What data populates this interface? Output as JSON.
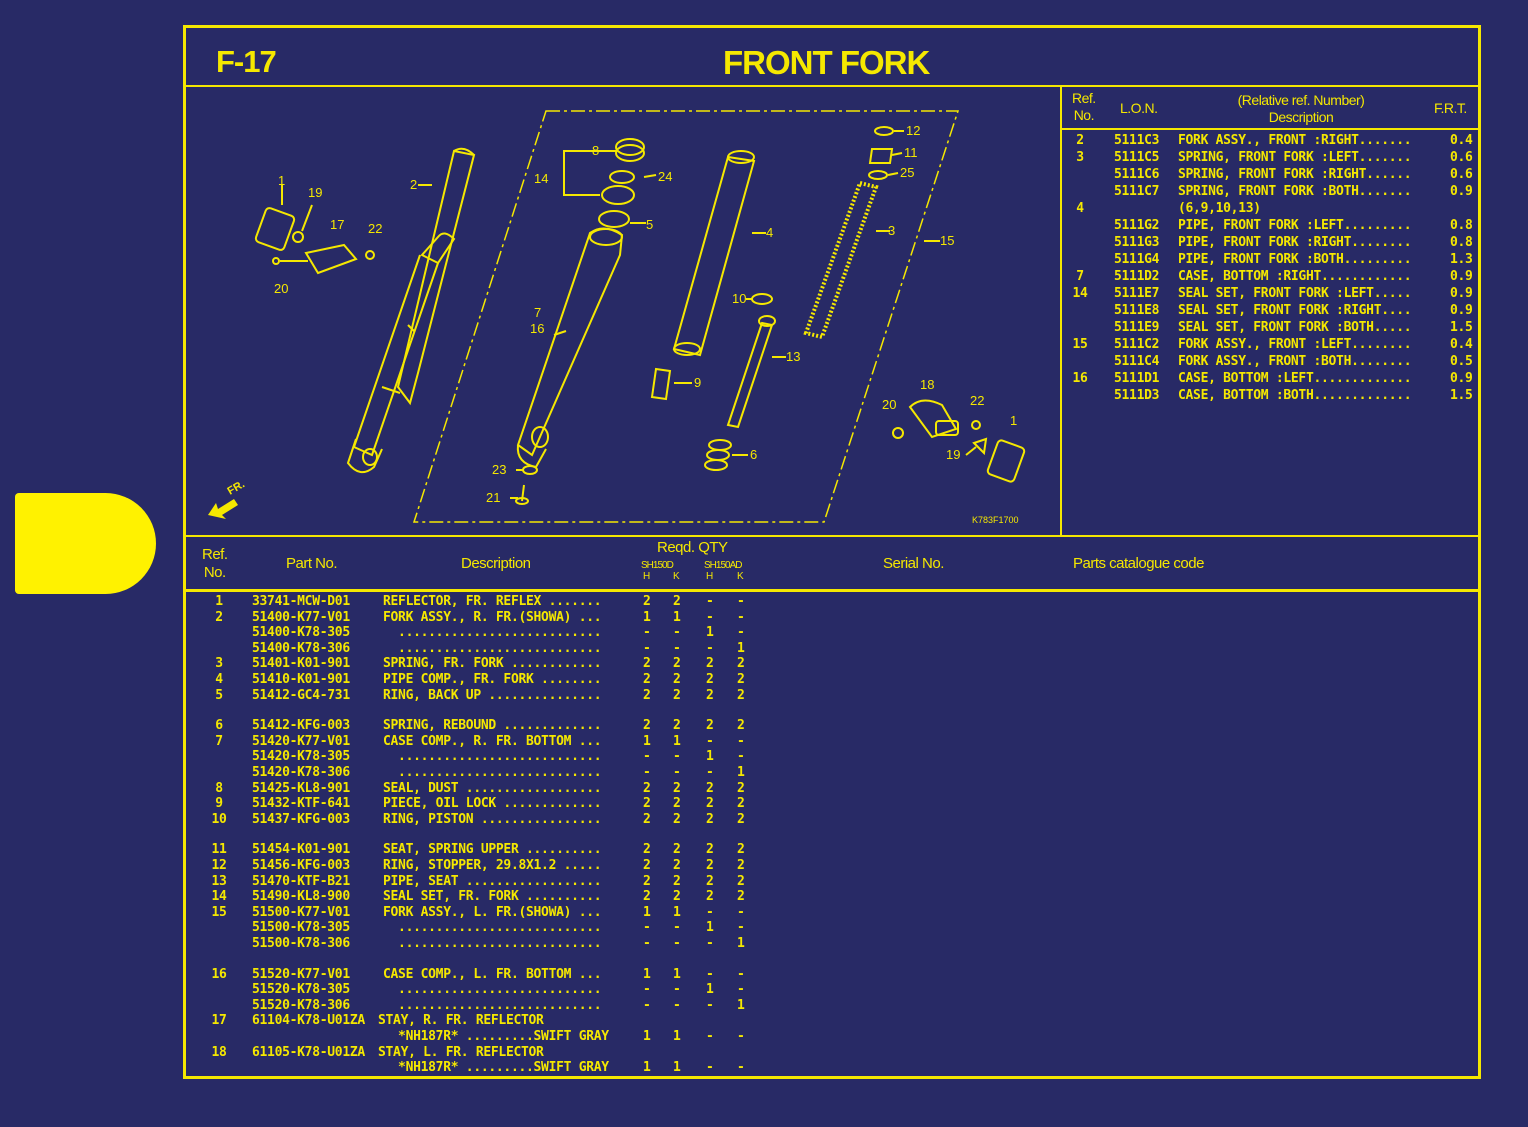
{
  "page": {
    "figure_code": "F-17",
    "title": "FRONT FORK",
    "side_tab_color": "#fff200",
    "background_color": "#282a66",
    "line_color": "#f5e800"
  },
  "diagram": {
    "image_code": "K783F1700",
    "front_arrow_label": "FR.",
    "callouts": [
      "1",
      "2",
      "3",
      "4",
      "5",
      "6",
      "7",
      "8",
      "9",
      "10",
      "11",
      "12",
      "13",
      "14",
      "15",
      "16",
      "17",
      "18",
      "19",
      "20",
      "21",
      "22",
      "23",
      "24",
      "25"
    ]
  },
  "frt_table": {
    "headers": {
      "ref_no_line1": "Ref.",
      "ref_no_line2": "No.",
      "lon": "L.O.N.",
      "desc_line1": "(Relative ref. Number)",
      "desc_line2": "Description",
      "frt": "F.R.T."
    },
    "rows": [
      {
        "ref": "2",
        "lon": "5111C3",
        "desc": "FORK ASSY., FRONT :RIGHT.......",
        "frt": "0.4"
      },
      {
        "ref": "3",
        "lon": "5111C5",
        "desc": "SPRING, FRONT FORK :LEFT.......",
        "frt": "0.6"
      },
      {
        "ref": "",
        "lon": "5111C6",
        "desc": "SPRING, FRONT FORK :RIGHT......",
        "frt": "0.6"
      },
      {
        "ref": "",
        "lon": "5111C7",
        "desc": "SPRING, FRONT FORK :BOTH.......",
        "frt": "0.9"
      },
      {
        "ref": "4",
        "lon": "",
        "desc": "(6,9,10,13)",
        "frt": ""
      },
      {
        "ref": "",
        "lon": "5111G2",
        "desc": "PIPE, FRONT FORK :LEFT.........",
        "frt": "0.8"
      },
      {
        "ref": "",
        "lon": "5111G3",
        "desc": "PIPE, FRONT FORK :RIGHT........",
        "frt": "0.8"
      },
      {
        "ref": "",
        "lon": "5111G4",
        "desc": "PIPE, FRONT FORK :BOTH.........",
        "frt": "1.3"
      },
      {
        "ref": "7",
        "lon": "5111D2",
        "desc": "CASE, BOTTOM :RIGHT............",
        "frt": "0.9"
      },
      {
        "ref": "14",
        "lon": "5111E7",
        "desc": "SEAL SET, FRONT FORK :LEFT.....",
        "frt": "0.9"
      },
      {
        "ref": "",
        "lon": "5111E8",
        "desc": "SEAL SET, FRONT FORK :RIGHT....",
        "frt": "0.9"
      },
      {
        "ref": "",
        "lon": "5111E9",
        "desc": "SEAL SET, FRONT FORK :BOTH.....",
        "frt": "1.5"
      },
      {
        "ref": "15",
        "lon": "5111C2",
        "desc": "FORK ASSY., FRONT :LEFT........",
        "frt": "0.4"
      },
      {
        "ref": "",
        "lon": "5111C4",
        "desc": "FORK ASSY., FRONT :BOTH........",
        "frt": "0.5"
      },
      {
        "ref": "16",
        "lon": "5111D1",
        "desc": "CASE, BOTTOM :LEFT.............",
        "frt": "0.9"
      },
      {
        "ref": "",
        "lon": "5111D3",
        "desc": "CASE, BOTTOM :BOTH.............",
        "frt": "1.5"
      }
    ]
  },
  "parts_list": {
    "headers": {
      "ref_no_line1": "Ref.",
      "ref_no_line2": "No.",
      "part_no": "Part No.",
      "description": "Description",
      "reqd_qty": "Reqd. QTY",
      "model_1": "SH150D",
      "model_2": "SH150AD",
      "h1": "H",
      "k1": "K",
      "h2": "H",
      "k2": "K",
      "serial_no": "Serial No.",
      "catalogue_code": "Parts catalogue code"
    },
    "rows": [
      {
        "ref": "1",
        "part": "33741-MCW-D01",
        "desc": "REFLECTOR, FR. REFLEX .......",
        "q": [
          "2",
          "2",
          "-",
          "-"
        ]
      },
      {
        "ref": "2",
        "part": "51400-K77-V01",
        "desc": "FORK ASSY., R. FR.(SHOWA) ...",
        "q": [
          "1",
          "1",
          "-",
          "-"
        ]
      },
      {
        "ref": "",
        "part": "51400-K78-305",
        "desc": "  ...........................",
        "q": [
          "-",
          "-",
          "1",
          "-"
        ]
      },
      {
        "ref": "",
        "part": "51400-K78-306",
        "desc": "  ...........................",
        "q": [
          "-",
          "-",
          "-",
          "1"
        ]
      },
      {
        "ref": "3",
        "part": "51401-K01-901",
        "desc": "SPRING, FR. FORK ............",
        "q": [
          "2",
          "2",
          "2",
          "2"
        ]
      },
      {
        "ref": "4",
        "part": "51410-K01-901",
        "desc": "PIPE COMP., FR. FORK ........",
        "q": [
          "2",
          "2",
          "2",
          "2"
        ]
      },
      {
        "ref": "5",
        "part": "51412-GC4-731",
        "desc": "RING, BACK UP ...............",
        "q": [
          "2",
          "2",
          "2",
          "2"
        ]
      },
      {
        "ref": "6",
        "part": "51412-KFG-003",
        "desc": "SPRING, REBOUND .............",
        "q": [
          "2",
          "2",
          "2",
          "2"
        ]
      },
      {
        "ref": "7",
        "part": "51420-K77-V01",
        "desc": "CASE COMP., R. FR. BOTTOM ...",
        "q": [
          "1",
          "1",
          "-",
          "-"
        ]
      },
      {
        "ref": "",
        "part": "51420-K78-305",
        "desc": "  ...........................",
        "q": [
          "-",
          "-",
          "1",
          "-"
        ]
      },
      {
        "ref": "",
        "part": "51420-K78-306",
        "desc": "  ...........................",
        "q": [
          "-",
          "-",
          "-",
          "1"
        ]
      },
      {
        "ref": "8",
        "part": "51425-KL8-901",
        "desc": "SEAL, DUST ..................",
        "q": [
          "2",
          "2",
          "2",
          "2"
        ]
      },
      {
        "ref": "9",
        "part": "51432-KTF-641",
        "desc": "PIECE, OIL LOCK .............",
        "q": [
          "2",
          "2",
          "2",
          "2"
        ]
      },
      {
        "ref": "10",
        "part": "51437-KFG-003",
        "desc": "RING, PISTON ................",
        "q": [
          "2",
          "2",
          "2",
          "2"
        ]
      },
      {
        "ref": "11",
        "part": "51454-K01-901",
        "desc": "SEAT, SPRING UPPER ..........",
        "q": [
          "2",
          "2",
          "2",
          "2"
        ]
      },
      {
        "ref": "12",
        "part": "51456-KFG-003",
        "desc": "RING, STOPPER, 29.8X1.2 .....",
        "q": [
          "2",
          "2",
          "2",
          "2"
        ]
      },
      {
        "ref": "13",
        "part": "51470-KTF-B21",
        "desc": "PIPE, SEAT ..................",
        "q": [
          "2",
          "2",
          "2",
          "2"
        ]
      },
      {
        "ref": "14",
        "part": "51490-KL8-900",
        "desc": "SEAL SET, FR. FORK ..........",
        "q": [
          "2",
          "2",
          "2",
          "2"
        ]
      },
      {
        "ref": "15",
        "part": "51500-K77-V01",
        "desc": "FORK ASSY., L. FR.(SHOWA) ...",
        "q": [
          "1",
          "1",
          "-",
          "-"
        ]
      },
      {
        "ref": "",
        "part": "51500-K78-305",
        "desc": "  ...........................",
        "q": [
          "-",
          "-",
          "1",
          "-"
        ]
      },
      {
        "ref": "",
        "part": "51500-K78-306",
        "desc": "  ...........................",
        "q": [
          "-",
          "-",
          "-",
          "1"
        ]
      },
      {
        "ref": "16",
        "part": "51520-K77-V01",
        "desc": "CASE COMP., L. FR. BOTTOM ...",
        "q": [
          "1",
          "1",
          "-",
          "-"
        ]
      },
      {
        "ref": "",
        "part": "51520-K78-305",
        "desc": "  ...........................",
        "q": [
          "-",
          "-",
          "1",
          "-"
        ]
      },
      {
        "ref": "",
        "part": "51520-K78-306",
        "desc": "  ...........................",
        "q": [
          "-",
          "-",
          "-",
          "1"
        ]
      },
      {
        "ref": "17",
        "part": "61104-K78-U01ZA",
        "desc": "STAY, R. FR. REFLECTOR",
        "q": [
          "",
          "",
          "",
          ""
        ]
      },
      {
        "ref": "",
        "part": "",
        "desc": "  *NH187R* .........SWIFT GRAY",
        "q": [
          "1",
          "1",
          "-",
          "-"
        ]
      },
      {
        "ref": "18",
        "part": "61105-K78-U01ZA",
        "desc": "STAY, L. FR. REFLECTOR",
        "q": [
          "",
          "",
          "",
          ""
        ]
      },
      {
        "ref": "",
        "part": "",
        "desc": "  *NH187R* .........SWIFT GRAY",
        "q": [
          "1",
          "1",
          "-",
          "-"
        ]
      }
    ]
  }
}
